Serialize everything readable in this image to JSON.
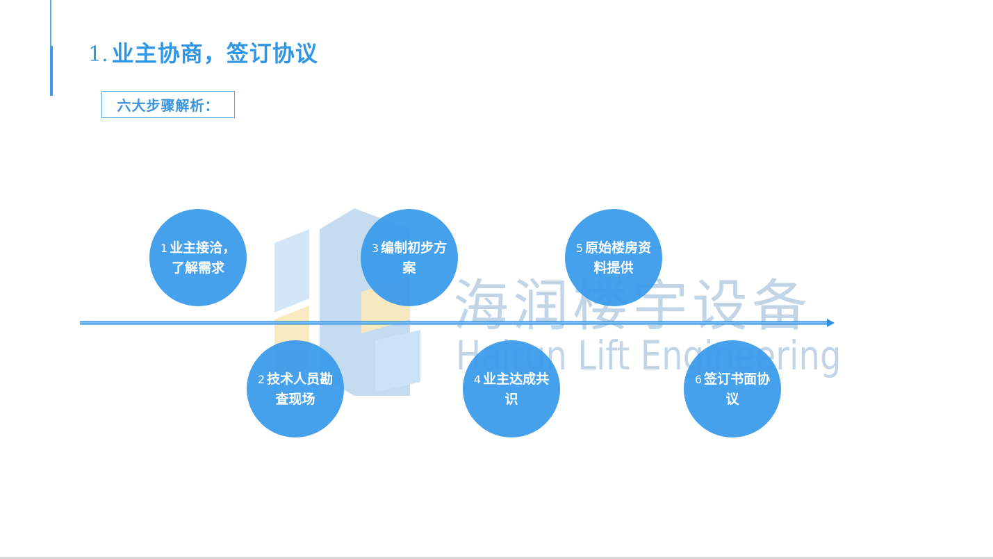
{
  "header": {
    "number": "1.",
    "title": "业主协商，签订协议"
  },
  "subtitle": "六大步骤解析：",
  "watermark": {
    "cn": "海润楼宇设备",
    "en": "Hairun Lift Engineering"
  },
  "colors": {
    "accent": "#3c9ceb",
    "title": "#2f96e6"
  },
  "steps": [
    {
      "num": "1",
      "text": "业主接洽，了解需求"
    },
    {
      "num": "2",
      "text": "技术人员勘查现场"
    },
    {
      "num": "3",
      "text": "编制初步方案"
    },
    {
      "num": "4",
      "text": "业主达成共识"
    },
    {
      "num": "5",
      "text": "原始楼房资料提供"
    },
    {
      "num": "6",
      "text": "签订书面协议"
    }
  ]
}
